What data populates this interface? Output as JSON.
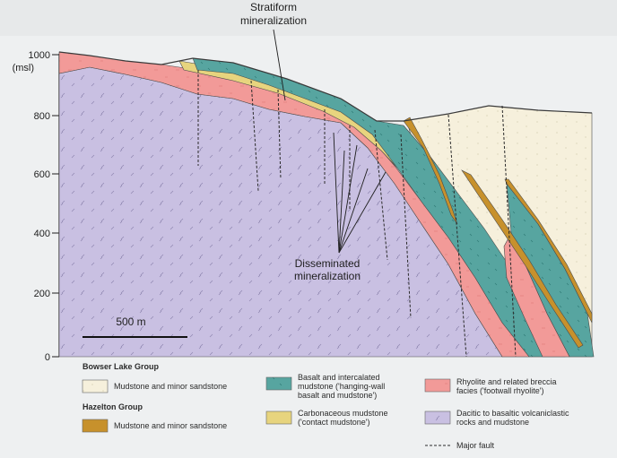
{
  "diagram": {
    "axis": {
      "unit": "(msl)",
      "ticks": [
        "1000",
        "800",
        "600",
        "400",
        "200",
        "0"
      ]
    },
    "callouts": {
      "stratiform": [
        "Stratiform",
        "mineralization"
      ],
      "disseminated": [
        "Disseminated",
        "mineralization"
      ]
    },
    "scale_bar": "500 m"
  },
  "legend": {
    "groups": [
      {
        "name": "Bowser Lake Group"
      },
      {
        "name": "Hazelton Group"
      }
    ],
    "units": [
      {
        "key": "bowser_mudstone",
        "color": "#f6f0dc",
        "lines": [
          "Mudstone and minor sandstone"
        ]
      },
      {
        "key": "hazelton_mudstone",
        "color": "#c7912c",
        "lines": [
          "Mudstone and minor sandstone"
        ]
      },
      {
        "key": "basalt",
        "color": "#57a5a0",
        "lines": [
          "Basalt and intercalated",
          "mudstone ('hanging-wall",
          "basalt and mudstone')"
        ]
      },
      {
        "key": "carbonaceous",
        "color": "#e7d47e",
        "lines": [
          "Carbonaceous mudstone",
          "('contact mudstone')"
        ]
      },
      {
        "key": "rhyolite",
        "color": "#f29a98",
        "lines": [
          "Rhyolite and related breccia",
          "facies ('footwall rhyolite')"
        ]
      },
      {
        "key": "dacitic",
        "color": "#c9c0e2",
        "lines": [
          "Dacitic to basaltic volcaniclastic",
          "rocks and mudstone"
        ]
      }
    ],
    "fault": "Major fault"
  }
}
